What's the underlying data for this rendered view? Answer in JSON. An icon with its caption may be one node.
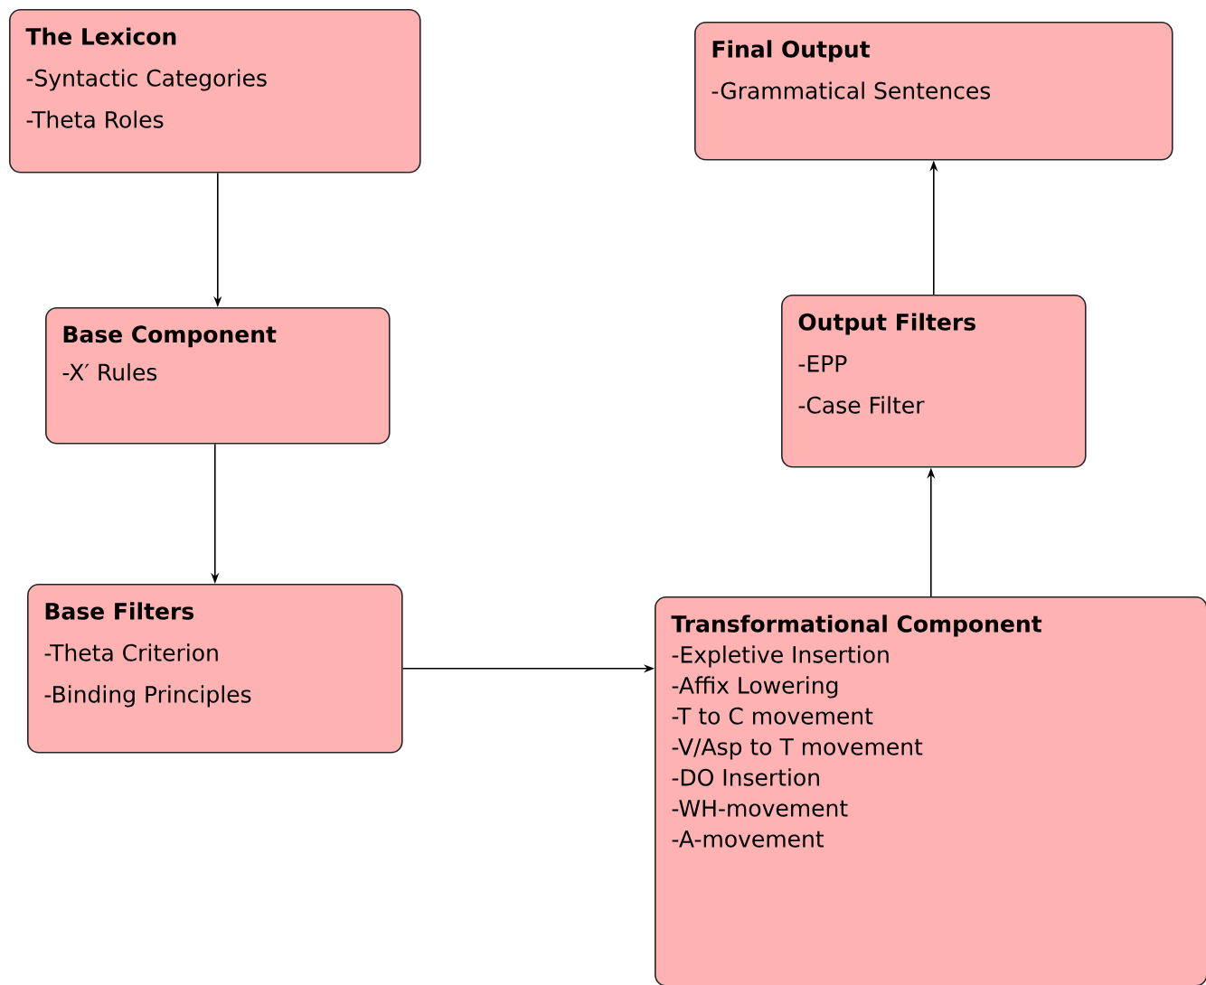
{
  "diagram": {
    "nodes": [
      {
        "text": [
          "The Lexicon",
          "-Syntactic Categories",
          "-Theta Roles"
        ]
      },
      {
        "text": [
          "Base Component",
          "-X′ Rules"
        ]
      },
      {
        "text": [
          "Base Filters",
          "-Theta Criterion",
          "-Binding Principles"
        ]
      },
      {
        "text": [
          "Transformational Component",
          "-Expletive Insertion",
          "-Affix Lowering",
          "-T to C movement",
          "-V/Asp to T movement",
          "-DO Insertion",
          "-WH-movement",
          "-A-movement"
        ]
      },
      {
        "text": [
          "Output Filters",
          "-EPP",
          "-Case Filter"
        ]
      },
      {
        "text": [
          "Final Output",
          "-Grammatical Sentences"
        ]
      }
    ],
    "edges": [
      {
        "from": 0,
        "to": 1,
        "arrow": "to"
      },
      {
        "from": 1,
        "to": 2,
        "arrow": "to"
      },
      {
        "from": 2,
        "to": 3,
        "arrow": "to"
      },
      {
        "from": 3,
        "to": 4,
        "arrow": "to"
      },
      {
        "from": 4,
        "to": 5,
        "arrow": "to"
      }
    ]
  }
}
